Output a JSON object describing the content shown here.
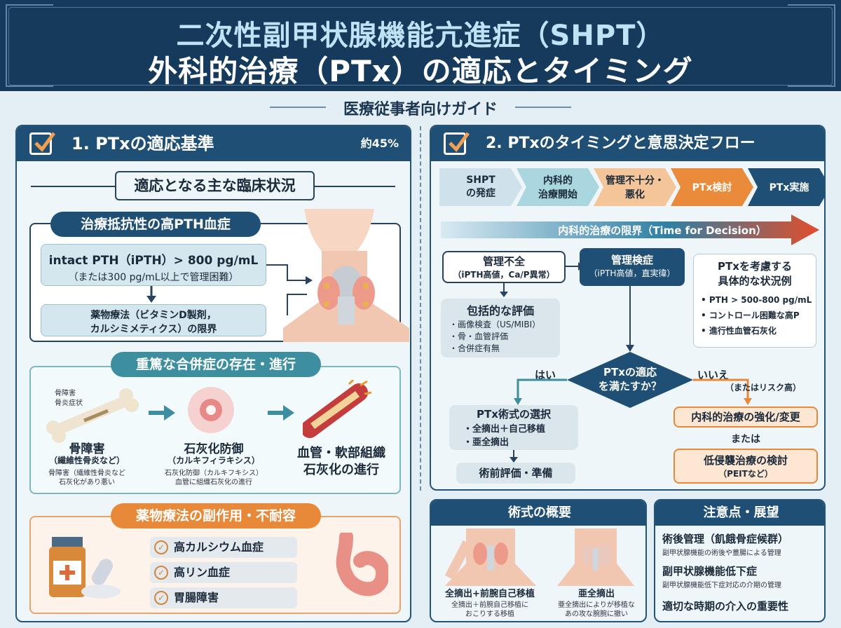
{
  "header": {
    "title_line1": "二次性副甲状腺機能亢進症（SHPT）",
    "title_line2": "外科的治療（PTx）の適応とタイミング",
    "subtitle": "医療従事者向けガイド"
  },
  "section1": {
    "title": "1. PTxの適応基準",
    "percent": "約45%",
    "clinical_heading": "適応となる主な臨床状況",
    "resistant": {
      "heading": "治療抵抗性の高PTH血症",
      "criteria_main": "intact PTH（iPTH）> 800 pg/mL",
      "criteria_sub": "（または300 pg/mL以上で管理困難）",
      "drug_limit_line1": "薬物療法（ビタミンD製剤，",
      "drug_limit_line2": "カルシミメティクス）の限界"
    },
    "complications": {
      "heading": "重篤な合併症の存在・進行",
      "bone_tag_line1": "骨障害",
      "bone_tag_line2": "骨炎症状",
      "items": [
        {
          "title": "骨障害",
          "sub": "（繊維性骨炎など）",
          "note1": "骨障害（繊維性骨炎など",
          "note2": "石灰化があり悪い"
        },
        {
          "title": "石灰化防御",
          "sub": "（カルキフィラキシス）",
          "note1": "石灰化防御（カルキフキシス）",
          "note2": "血管に組織石灰化の進行"
        },
        {
          "title": "血管・軟部組織",
          "sub": "石灰化の進行",
          "note1": "",
          "note2": ""
        }
      ]
    },
    "side_effects": {
      "heading": "薬物療法の副作用・不耐容",
      "items": [
        "高カルシウム血症",
        "高リン血症",
        "胃腸障害"
      ]
    }
  },
  "section2": {
    "title": "2. PTxのタイミングと意思決定フロー",
    "flow_steps": [
      {
        "line1": "SHPT",
        "line2": "の発症",
        "color": "#cfe2ec",
        "text": "#1b2a3a"
      },
      {
        "line1": "内科的",
        "line2": "治療開始",
        "color": "#a9d6df",
        "text": "#1b2a3a"
      },
      {
        "line1": "管理不十分・",
        "line2": "悪化",
        "color": "#f5c59a",
        "text": "#1b2a3a"
      },
      {
        "line1": "PTx検討",
        "line2": "",
        "color": "#e98b3a",
        "text": "#ffffff"
      },
      {
        "line1": "PTx実施",
        "line2": "",
        "color": "#1f4f75",
        "text": "#ffffff"
      }
    ],
    "limit_bar": "内科的治療の限界（Time for Decision）",
    "poor_control": {
      "line1": "管理不全",
      "line2": "（iPTH高値，Ca/P異常）"
    },
    "mgmt_check": {
      "line1": "管理検症",
      "line2": "（iPTH高値，直実徫）"
    },
    "evaluation": {
      "heading": "包括的な評価",
      "items": [
        "・画像検査（US/MIBI）",
        "・骨・血管評価",
        "・合併症有無"
      ]
    },
    "consider": {
      "heading_line1": "PTxを考慮する",
      "heading_line2": "具体的な状況例",
      "items": [
        "• PTH > 500-800 pg/mL",
        "• コントロール困難な高P",
        "• 進行性血管石灰化"
      ]
    },
    "decision": {
      "line1": "PTxの適応",
      "line2": "を満たすか？",
      "yes": "はい",
      "no": "いいえ",
      "no_note": "（またはリスク高）"
    },
    "surgery_choice": {
      "heading": "PTx術式の選択",
      "items": [
        "・全摘出＋自己移植",
        "・亜全摘出"
      ]
    },
    "preop": "術前評価・準備",
    "medical_strengthen": "内科的治療の強化/変更",
    "or": "または",
    "minimal": {
      "line1": "低侵襲治療の検討",
      "line2": "（PEITなど）"
    }
  },
  "surgery_overview": {
    "title": "術式の概要",
    "items": [
      {
        "title": "全摘出+前腕自己移植",
        "note1": "全摘出＋前腕自己移植に",
        "note2": "おこりする移植"
      },
      {
        "title": "亜全摘出",
        "note1": "亜全摘出によりが移植な",
        "note2": "あの攻な腕腕に撤い"
      }
    ]
  },
  "caution": {
    "title": "注意点・展望",
    "items": [
      {
        "title": "術後管理（飢餓骨症候群）",
        "note": "副甲状腺機能の術後や薑腸による管理"
      },
      {
        "title": "副甲状腺機能低下症",
        "note": "副甲状腺機能低下症対応の介期の管理"
      },
      {
        "title": "適切な時期の介入の重要性",
        "note": ""
      }
    ]
  }
}
